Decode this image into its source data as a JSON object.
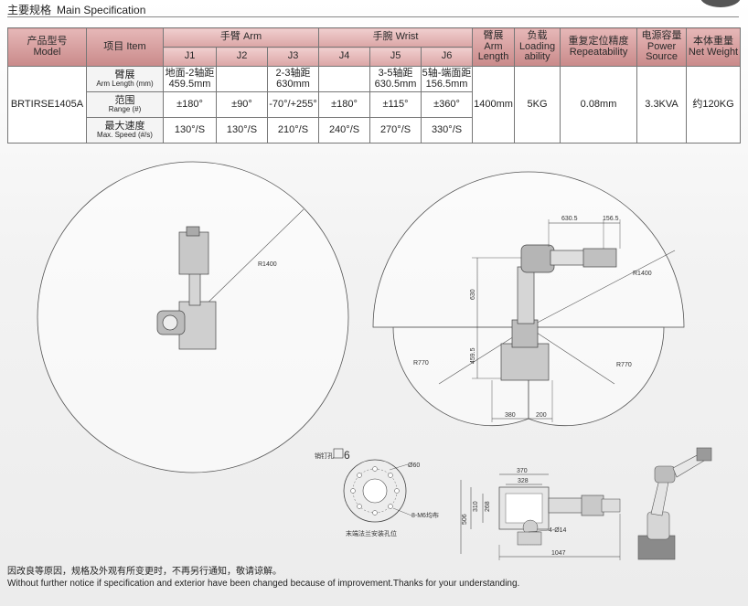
{
  "section": {
    "title_cn": "主要规格",
    "title_en": "Main Specification"
  },
  "table": {
    "h_model_cn": "产品型号",
    "h_model_en": "Model",
    "h_item": "项目 Item",
    "h_arm_group": "手臂 Arm",
    "h_wrist_group": "手腕 Wrist",
    "joints": [
      "J1",
      "J2",
      "J3",
      "J4",
      "J5",
      "J6"
    ],
    "h_armlen": [
      "臂展",
      "Arm",
      "Length"
    ],
    "h_loading": [
      "负载",
      "Loading",
      "ability"
    ],
    "h_repeat": [
      "重复定位精度",
      "Repeatability"
    ],
    "h_power": [
      "电源容量",
      "Power",
      "Source"
    ],
    "h_weight": [
      "本体重量",
      "Net Weight"
    ],
    "model": "BRTIRSE1405A",
    "row1_label_cn": "臂展",
    "row1_label_en": "Arm Length (mm)",
    "row2_label_cn": "范围",
    "row2_label_en": "Range (#)",
    "row3_label_cn": "最大速度",
    "row3_label_en": "Max. Speed (#/s)",
    "armlen": [
      [
        "地面-2轴距",
        "459.5mm"
      ],
      [
        "",
        ""
      ],
      [
        "2-3轴距",
        "630mm"
      ],
      [
        "",
        ""
      ],
      [
        "3-5轴距",
        "630.5mm"
      ],
      [
        "5轴-端面距",
        "156.5mm"
      ]
    ],
    "range": [
      "±180°",
      "±90°",
      "-70°/+255°",
      "±180°",
      "±115°",
      "±360°"
    ],
    "speed": [
      "130°/S",
      "130°/S",
      "210°/S",
      "240°/S",
      "270°/S",
      "330°/S"
    ],
    "arm_length": "1400mm",
    "loading": "5KG",
    "repeatability": "0.08mm",
    "power": "3.3KVA",
    "weight": "约120KG"
  },
  "drawings": {
    "r1400_left": "R1400",
    "r1400_right": "R1400",
    "r770_left": "R770",
    "r770_right": "R770",
    "dim_6305": "630.5",
    "dim_1565": "156.5",
    "dim_630": "630",
    "dim_4595": "459.5",
    "dim_380": "380",
    "dim_200": "200",
    "pin_hole": "销钉孔",
    "pin_dia": "6",
    "flange_d60": "Ø60",
    "flange_holes": "8-M6均布",
    "flange_caption": "末端法兰安装孔位",
    "dim_370": "370",
    "dim_328": "328",
    "dim_310": "310",
    "dim_268": "268",
    "dim_506": "506",
    "dim_4d14": "4-Ø14",
    "dim_1047": "1047"
  },
  "footer": {
    "cn": "因改良等原因，规格及外观有所变更时，不再另行通知，敬请谅解。",
    "en": "Without further notice if specification and exterior have been changed because of improvement.Thanks for your understanding."
  }
}
